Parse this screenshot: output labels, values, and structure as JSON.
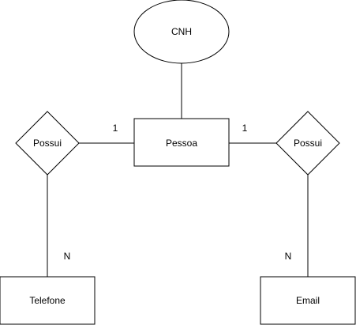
{
  "diagram": {
    "attribute": {
      "label": "CNH"
    },
    "entities": {
      "pessoa": {
        "label": "Pessoa"
      },
      "telefone": {
        "label": "Telefone"
      },
      "email": {
        "label": "Email"
      }
    },
    "relationships": {
      "left": {
        "label": "Possui"
      },
      "right": {
        "label": "Possui"
      }
    },
    "cardinalities": {
      "left_pessoa": "1",
      "right_pessoa": "1",
      "telefone": "N",
      "email": "N"
    }
  }
}
